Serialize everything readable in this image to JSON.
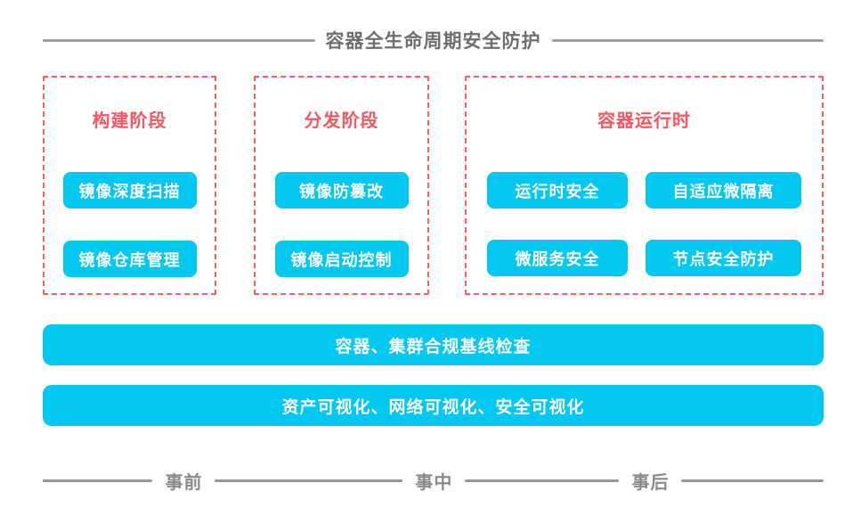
{
  "title": "容器全生命周期安全防护",
  "colors": {
    "accent_cyan": "#00c8f0",
    "accent_red": "#fa5560",
    "dashed_border_red": "#fb5c66",
    "title_gray": "#6e6e6e",
    "axis_gray": "#8a8a8a",
    "line_gray": "#9e9e9e"
  },
  "phases": [
    {
      "label": "构建阶段",
      "items": [
        "镜像深度扫描",
        "镜像仓库管理"
      ]
    },
    {
      "label": "分发阶段",
      "items": [
        "镜像防篡改",
        "镜像启动控制"
      ]
    },
    {
      "label": "容器运行时",
      "items": [
        "运行时安全",
        "自适应微隔离",
        "微服务安全",
        "节点安全防护"
      ]
    }
  ],
  "bars": [
    "容器、集群合规基线检查",
    "资产可视化、网络可视化、安全可视化"
  ],
  "timeline": [
    "事前",
    "事中",
    "事后"
  ]
}
